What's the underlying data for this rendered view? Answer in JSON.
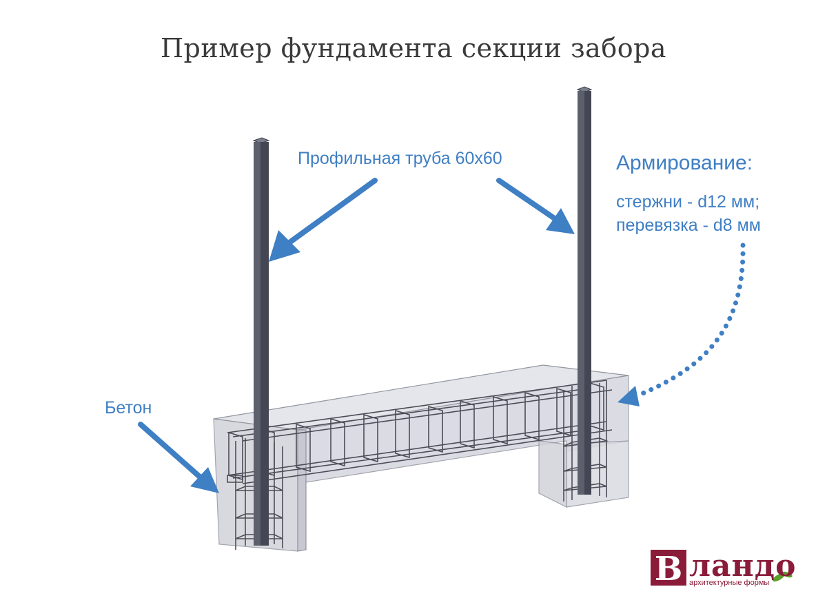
{
  "title": "Пример фундамента секции забора",
  "labels": {
    "pipe": "Профильная труба 60х60",
    "reinforcement_title": "Армирование:",
    "reinforcement_rods": "стержни - d12 мм;",
    "reinforcement_ties": "перевязка - d8 мм",
    "concrete": "Бетон"
  },
  "logo": {
    "letter": "В",
    "word": "ландо",
    "subtitle": "архитектурные формы"
  },
  "colors": {
    "label_blue": "#3f7fc4",
    "arrow_blue": "#3f7fc4",
    "concrete_fill": "#dcdde3",
    "concrete_edge": "#8d8f99",
    "rebar": "#4b4d57",
    "post": "#545865",
    "logo": "#8a1c3a",
    "logo_leaf": "#5aa02c"
  }
}
